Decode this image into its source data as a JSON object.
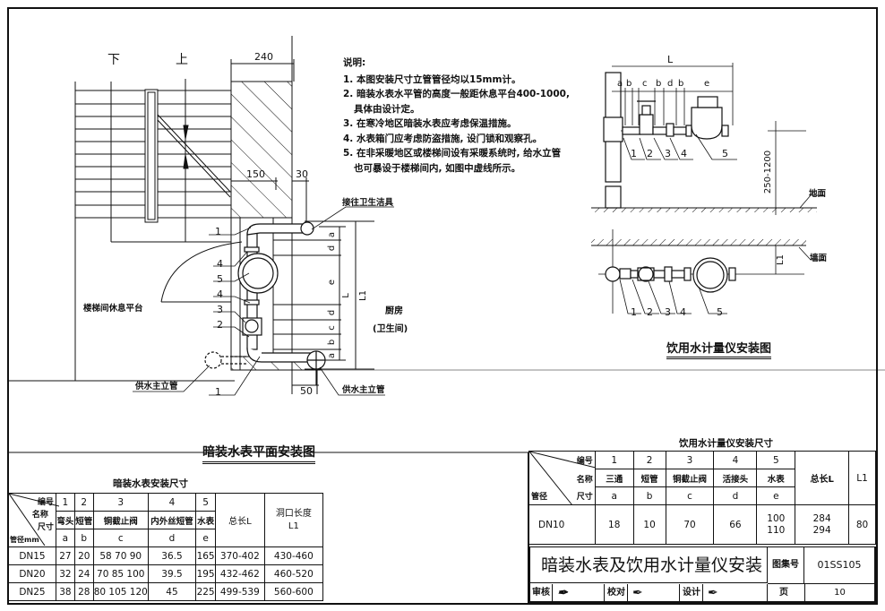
{
  "plan_view": {
    "labels": {
      "down": "下",
      "up": "上",
      "dim_240": "240",
      "dim_150": "150",
      "dim_30": "30",
      "dim_50": "50",
      "fixture": "接往卫生洁具",
      "landing": "楼梯间休息平台",
      "kitchen": "厨房",
      "toilet": "(卫生间)",
      "riser_left": "供水主立管",
      "riser_right": "供水主立管",
      "dim_a": "a",
      "dim_b": "b",
      "dim_c": "c",
      "dim_d1": "d",
      "dim_e": "e",
      "dim_d2": "d",
      "dim_a2": "a",
      "dim_L": "L",
      "dim_L1": "L1"
    },
    "callouts": [
      "1",
      "4",
      "5",
      "4",
      "3",
      "2",
      "1"
    ],
    "caption": "暗装水表平面安装图"
  },
  "notes": {
    "title": "说明:",
    "items": [
      "1. 本图安装尺寸立管管径均以15mm计。",
      "2. 暗装水表水平管的高度一般距休息平台400-1000,",
      "具体由设计定。",
      "3. 在寒冷地区暗装水表应考虑保温措施。",
      "4. 水表箱门应考虑防盗措施, 设门锁和观察孔。",
      "5. 在非采暖地区或楼梯间设有采暖系统时, 给水立管",
      "也可暴设于楼梯间内, 如图中虚线所示。"
    ]
  },
  "elevation_view": {
    "dim_L": "L",
    "segments": [
      "a",
      "b",
      "c",
      "b",
      "d",
      "b",
      "e"
    ],
    "callouts": [
      "1",
      "2",
      "3",
      "4",
      "5"
    ],
    "height_dim": "250-1200",
    "floor_label": "地面"
  },
  "top_view": {
    "dim_L1": "L1",
    "wall_label": "墙面",
    "callouts": [
      "1",
      "2",
      "3",
      "4",
      "5"
    ],
    "caption": "饮用水计量仪安装图"
  },
  "table_concealed": {
    "caption": "暗装水表安装尺寸",
    "corner": {
      "number": "编号",
      "name": "名称",
      "size": "尺寸",
      "pipe": "管径mm"
    },
    "numbers": [
      "1",
      "2",
      "3",
      "4",
      "5"
    ],
    "names": [
      "弯头",
      "短管",
      "铜截止阀",
      "内外丝短管",
      "水表"
    ],
    "sizes": [
      "a",
      "b",
      "c",
      "d",
      "e"
    ],
    "total": "总长L",
    "opening": "洞口长度",
    "opening2": "L1",
    "rows": [
      {
        "dn": "DN15",
        "a": "27",
        "b": "20",
        "c": "58 70 90",
        "d": "36.5",
        "e": "165",
        "L": "370-402",
        "L1": "430-460"
      },
      {
        "dn": "DN20",
        "a": "32",
        "b": "24",
        "c": "70 85 100",
        "d": "39.5",
        "e": "195",
        "L": "432-462",
        "L1": "460-520"
      },
      {
        "dn": "DN25",
        "a": "38",
        "b": "28",
        "c": "80 105 120",
        "d": "45",
        "e": "225",
        "L": "499-539",
        "L1": "560-600"
      }
    ]
  },
  "table_drinking": {
    "caption": "饮用水计量仪安装尺寸",
    "corner": {
      "number": "编号",
      "name": "名称",
      "size": "尺寸",
      "pipe": "管径"
    },
    "numbers": [
      "1",
      "2",
      "3",
      "4",
      "5"
    ],
    "names": [
      "三通",
      "短管",
      "铜截止阀",
      "活接头",
      "水表"
    ],
    "sizes": [
      "a",
      "b",
      "c",
      "d",
      "e"
    ],
    "total": "总长L",
    "l1": "L1",
    "row": {
      "dn": "DN10",
      "a": "18",
      "b": "10",
      "c": "70",
      "d": "66",
      "e1": "100",
      "e2": "110",
      "L1v": "284",
      "L2v": "294",
      "L1": "80"
    }
  },
  "title_block": {
    "title": "暗装水表及饮用水计量仪安装",
    "atlas_label": "图集号",
    "atlas_no": "01SS105",
    "review": "审核",
    "check": "校对",
    "design": "设计",
    "page_label": "页",
    "page_no": "10"
  }
}
